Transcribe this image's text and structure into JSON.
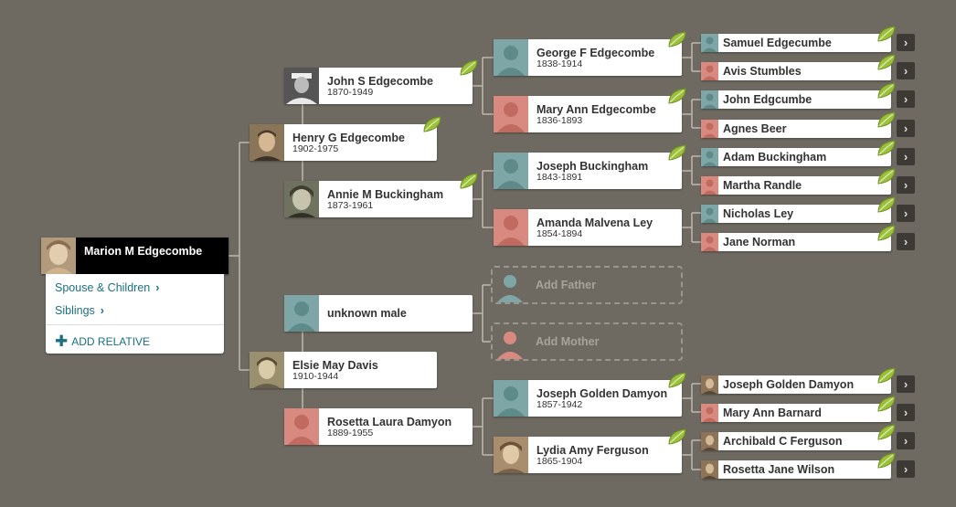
{
  "focus": {
    "name": "Marion M Edgecombe"
  },
  "menu": {
    "spouse_children": "Spouse & Children",
    "siblings": "Siblings",
    "add_relative": "ADD RELATIVE"
  },
  "gen1": {
    "father": {
      "name": "Henry G Edgecombe",
      "dates": "1902-1975"
    },
    "mother": {
      "name": "Elsie May Davis",
      "dates": "1910-1944"
    }
  },
  "gen2": {
    "ff": {
      "name": "John S Edgecombe",
      "dates": "1870-1949"
    },
    "fm": {
      "name": "Annie M Buckingham",
      "dates": "1873-1961"
    },
    "mf": {
      "name": "unknown male"
    },
    "mm": {
      "name": "Rosetta Laura Damyon",
      "dates": "1889-1955"
    }
  },
  "gen3": {
    "fff": {
      "name": "George F Edgecombe",
      "dates": "1838-1914"
    },
    "ffm": {
      "name": "Mary Ann Edgecombe",
      "dates": "1836-1893"
    },
    "fmf": {
      "name": "Joseph Buckingham",
      "dates": "1843-1891"
    },
    "fmm": {
      "name": "Amanda Malvena Ley",
      "dates": "1854-1894"
    },
    "add_father": "Add Father",
    "add_mother": "Add Mother",
    "mmf": {
      "name": "Joseph Golden Damyon",
      "dates": "1857-1942"
    },
    "mmm": {
      "name": "Lydia Amy Ferguson",
      "dates": "1865-1904"
    }
  },
  "gen4": [
    {
      "name": "Samuel Edgecumbe"
    },
    {
      "name": "Avis Stumbles"
    },
    {
      "name": "John Edgcumbe"
    },
    {
      "name": "Agnes Beer"
    },
    {
      "name": "Adam Buckingham"
    },
    {
      "name": "Martha Randle"
    },
    {
      "name": "Nicholas Ley"
    },
    {
      "name": "Jane Norman"
    },
    {
      "name": "Joseph Golden Damyon"
    },
    {
      "name": "Mary Ann Barnard"
    },
    {
      "name": "Archibald C Ferguson"
    },
    {
      "name": "Rosetta Jane Wilson"
    }
  ],
  "icons": {
    "hint": "leaf-hint-icon",
    "expand": "chevron-right-icon"
  },
  "colors": {
    "background": "#6e6a62",
    "male": "#7fa6a6",
    "female": "#d98a80",
    "leaf": "#9cc03c",
    "link": "#1b6f86"
  }
}
